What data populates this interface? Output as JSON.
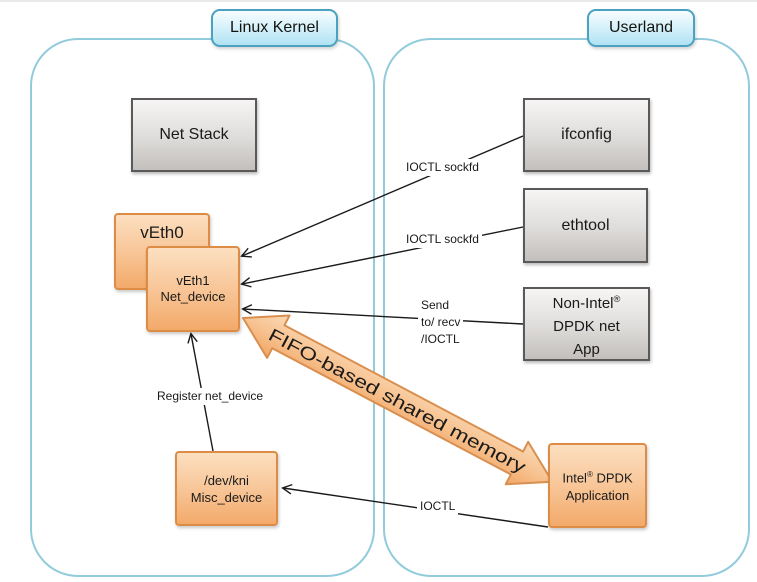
{
  "regions": {
    "kernel": {
      "label": "Linux Kernel"
    },
    "userland": {
      "label": "Userland"
    }
  },
  "boxes": {
    "net_stack": {
      "label": "Net Stack"
    },
    "ifconfig": {
      "label": "ifconfig"
    },
    "ethtool": {
      "label": "ethtool"
    },
    "non_intel_app": {
      "name": "Non-Intel",
      "reg": "®",
      "line2": "DPDK net",
      "line3": "App"
    },
    "veth0": {
      "label": "vEth0"
    },
    "veth1": {
      "line1": "vEth1",
      "line2": "Net_device"
    },
    "dev_kni": {
      "line1": "/dev/kni",
      "line2": "Misc_device"
    },
    "intel_app": {
      "brand": "Intel",
      "reg": "®",
      "brand_suffix": " DPDK",
      "line2": "Application"
    }
  },
  "edge_labels": {
    "ioctl_sockfd_1": "IOCTL sockfd",
    "ioctl_sockfd_2": "IOCTL sockfd",
    "send_recv_l1": "Send",
    "send_recv_l2": "to/ recv",
    "send_recv_l3": "/IOCTL",
    "register_net_device": "Register net_device",
    "ioctl": "IOCTL",
    "fifo": "FIFO-based shared memory"
  },
  "colors": {
    "region_border": "#92cbdb",
    "label_border": "#4ba2c0",
    "label_fill": "#b1e2f3",
    "orange_fill_top": "#fcdfc0",
    "orange_fill_bottom": "#f3aa6a",
    "orange_border": "#dd8c46",
    "gray_fill_top": "#f6f5f4",
    "gray_fill_bottom": "#c2bfbc",
    "gray_border": "#595959",
    "line_color": "#1a1a1a"
  }
}
